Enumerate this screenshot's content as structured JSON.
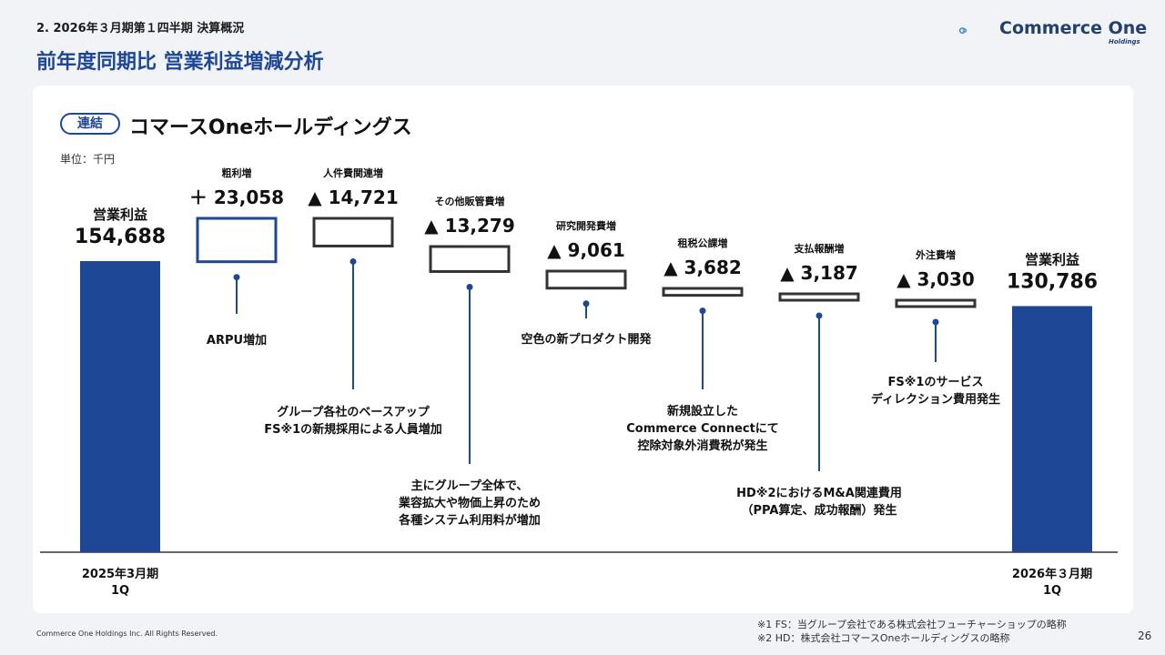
{
  "header": {
    "section": "2. 2026年３月期第１四半期 決算概況",
    "title": "前年度同期比 営業利益増減分析",
    "logo_text": "Commerce One",
    "logo_sub": "Holdings"
  },
  "panel": {
    "badge": "連結",
    "company": "コマースOneホールディングス",
    "unit": "単位：千円"
  },
  "chart_data": {
    "type": "bar",
    "subtype": "waterfall",
    "start": {
      "label": "営業利益",
      "value": 154688,
      "value_text": "154,688",
      "period": [
        "2025年3月期",
        "1Q"
      ]
    },
    "end": {
      "label": "営業利益",
      "value": 130786,
      "value_text": "130,786",
      "period": [
        "2026年３月期",
        "1Q"
      ]
    },
    "steps": [
      {
        "label": "粗利増",
        "value": 23058,
        "value_text": "＋ 23,058",
        "direction": "increase",
        "note": [
          "ARPU増加"
        ]
      },
      {
        "label": "人件費関連増",
        "value": -14721,
        "value_text": "▲ 14,721",
        "direction": "decrease",
        "note": [
          "グループ各社のベースアップ",
          "FS※1の新規採用による人員増加"
        ]
      },
      {
        "label": "その他販管費増",
        "value": -13279,
        "value_text": "▲ 13,279",
        "direction": "decrease",
        "note": [
          "主にグループ全体で、",
          "業容拡大や物価上昇のため",
          "各種システム利用料が増加"
        ]
      },
      {
        "label": "研究開発費増",
        "value": -9061,
        "value_text": "▲ 9,061",
        "direction": "decrease",
        "note": [
          "空色の新プロダクト開発"
        ]
      },
      {
        "label": "租税公課増",
        "value": -3682,
        "value_text": "▲ 3,682",
        "direction": "decrease",
        "note": [
          "新規設立した",
          "Commerce Connectにて",
          "控除対象外消費税が発生"
        ]
      },
      {
        "label": "支払報酬増",
        "value": -3187,
        "value_text": "▲ 3,187",
        "direction": "decrease",
        "note": [
          "HD※2におけるM&A関連費用",
          "（PPA算定、成功報酬）発生"
        ]
      },
      {
        "label": "外注費増",
        "value": -3030,
        "value_text": "▲ 3,030",
        "direction": "decrease",
        "note": [
          "FS※1のサービス",
          "ディレクション費用発生"
        ]
      }
    ],
    "colors": {
      "bar": "#1e4796",
      "increase_border": "#1e4796",
      "decrease_border": "#333333",
      "connector": "#1e4796",
      "axis": "#333333"
    }
  },
  "footnotes": [
    "※1 FS：当グループ会社である株式会社フューチャーショップの略称",
    "※2 HD：株式会社コマースOneホールディングスの略称"
  ],
  "footer": {
    "copyright": "Commerce One Holdings Inc. All Rights Reserved.",
    "page": "26"
  }
}
